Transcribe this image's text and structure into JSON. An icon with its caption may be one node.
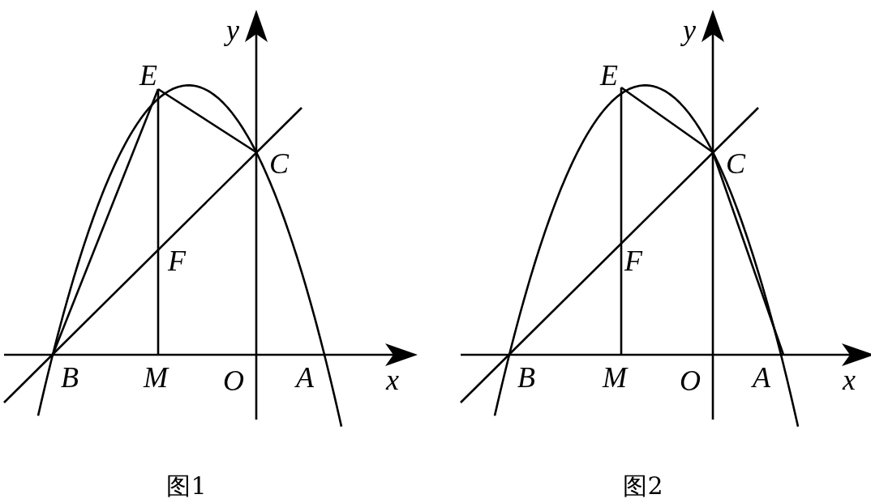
{
  "diagram": {
    "labels": [
      "y",
      "E",
      "C",
      "F",
      "B",
      "M",
      "O",
      "A",
      "x",
      "图1",
      "y",
      "E",
      "C",
      "F",
      "B",
      "M",
      "O",
      "A",
      "x",
      "图2"
    ]
  }
}
